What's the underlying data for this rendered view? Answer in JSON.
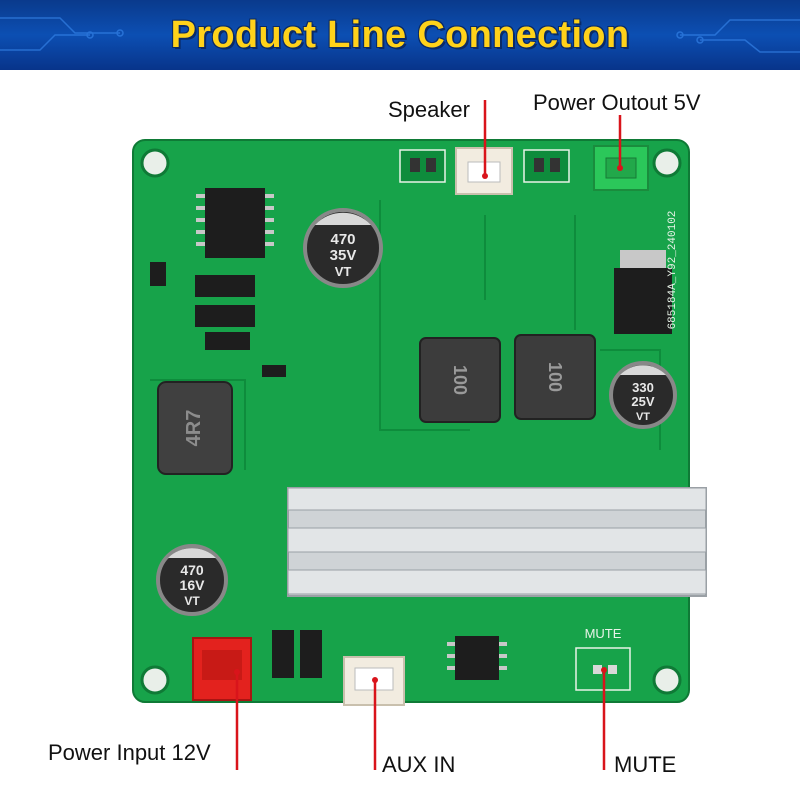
{
  "banner": {
    "title": "Product Line Connection"
  },
  "labels": {
    "speaker": "Speaker",
    "power_out": "Power Outout 5V",
    "power_in": "Power Input 12V",
    "aux_in": "AUX IN",
    "mute": "MUTE"
  },
  "board": {
    "capacitor_large": [
      "470",
      "35V",
      "VT"
    ],
    "capacitor_small_left": [
      "470",
      "16V",
      "VT"
    ],
    "capacitor_right": [
      "330",
      "25V",
      "VT"
    ],
    "inductor_main": "4R7",
    "inductor_a": "100",
    "inductor_b": "100",
    "silk_mute": "MUTE",
    "silk_model": "685184A_Y92_240102"
  },
  "colors": {
    "banner": "#0c4fb3",
    "title": "#ffd21a",
    "pcb": "#17a34a",
    "pointer": "#d9141b"
  }
}
